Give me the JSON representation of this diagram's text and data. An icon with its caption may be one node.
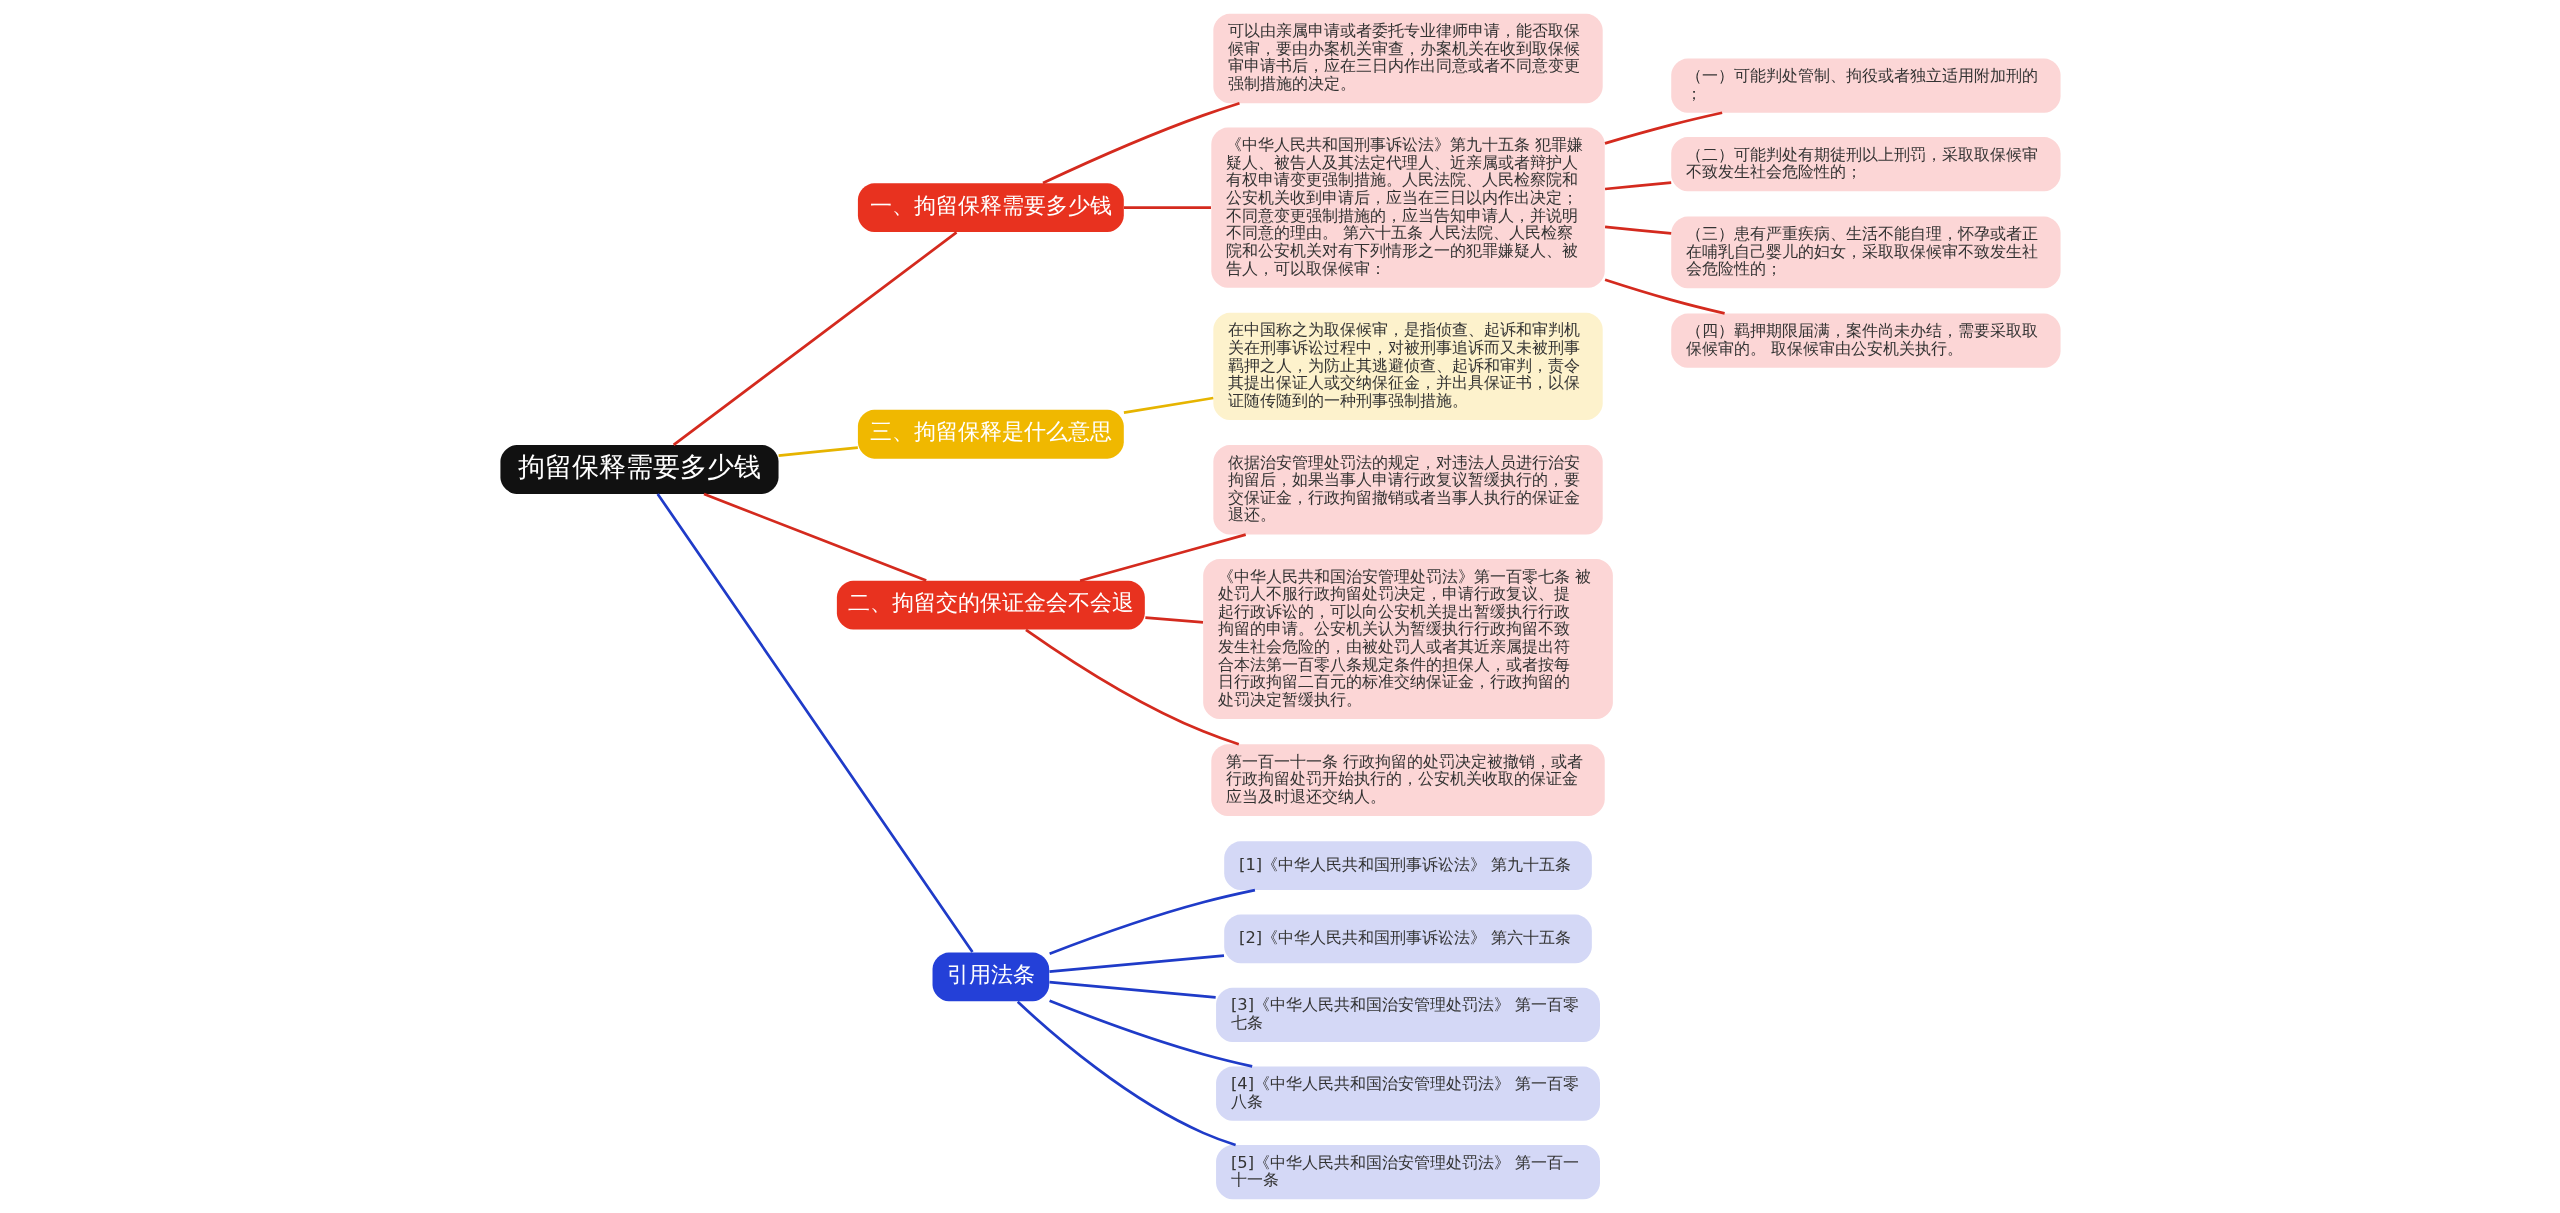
{
  "diagram": {
    "nodes": [
      {
        "text": [
          "拘留保释需要多少钱"
        ]
      },
      {
        "text": [
          "一、拘留保释需要多少钱"
        ]
      },
      {
        "text": [
          "可以由亲属申请或者委托专业律师申请，能否取保候审，要由办案机关审查，办案机关在收到取保候审申请书后，应在三日内作出同意或者不同意变更强制措施的决定。"
        ]
      },
      {
        "text": [
          "《中华人民共和国刑事诉讼法》第九十五条 犯罪嫌疑人、被告人及其法定代理人、近亲属或者辩护人有权申请变更强制措施。人民法院、人民检察院和公安机关收到申请后，应当在三日以内作出决定；不同意变更强制措施的，应当告知申请人，并说明不同意的理由。 第六十五条 人民法院、人民检察院和公安机关对有下列情形之一的犯罪嫌疑人、被告人，可以取保候审："
        ]
      },
      {
        "text": [
          "（一）可能判处管制、拘役或者独立适用附加刑的；"
        ]
      },
      {
        "text": [
          "（二）可能判处有期徒刑以上刑罚，采取取保候审不致发生社会危险性的；"
        ]
      },
      {
        "text": [
          "（三）患有严重疾病、生活不能自理，怀孕或者正在哺乳自己婴儿的妇女，采取取保候审不致发生社会危险性的；"
        ]
      },
      {
        "text": [
          "（四）羁押期限届满，案件尚未办结，需要采取取保候审的。 取保候审由公安机关执行。"
        ]
      },
      {
        "text": [
          "三、拘留保释是什么意思"
        ]
      },
      {
        "text": [
          "在中国称之为取保候审，是指侦查、起诉和审判机关在刑事诉讼过程中，对被刑事追诉而又未被刑事羁押之人，为防止其逃避侦查、起诉和审判，责令其提出保证人或交纳保征金，并出具保证书，以保证随传随到的一种刑事强制措施。"
        ]
      },
      {
        "text": [
          "二、拘留交的保证金会不会退"
        ]
      },
      {
        "text": [
          "依据治安管理处罚法的规定，对违法人员进行治安拘留后，如果当事人申请行政复议暂缓执行的，要交保证金，行政拘留撤销或者当事人执行的保证金退还。"
        ]
      },
      {
        "text": [
          "《中华人民共和国治安管理处罚法》第一百零七条 被处罚人不服行政拘留处罚决定，申请行政复议、提起行政诉讼的，可以向公安机关提出暂缓执行行政拘留的申请。公安机关认为暂缓执行行政拘留不致发生社会危险的，由被处罚人或者其近亲属提出符合本法第一百零八条规定条件的担保人，或者按每日行政拘留二百元的标准交纳保证金，行政拘留的处罚决定暂缓执行。"
        ]
      },
      {
        "text": [
          "第一百一十一条 行政拘留的处罚决定被撤销，或者行政拘留处罚开始执行的，公安机关收取的保证金应当及时退还交纳人。"
        ]
      },
      {
        "text": [
          "引用法条"
        ]
      },
      {
        "text": [
          "[1]《中华人民共和国刑事诉讼法》 第九十五条"
        ]
      },
      {
        "text": [
          "[2]《中华人民共和国刑事诉讼法》 第六十五条"
        ]
      },
      {
        "text": [
          "[3]《中华人民共和国治安管理处罚法》 第一百零七条"
        ]
      },
      {
        "text": [
          "[4]《中华人民共和国治安管理处罚法》 第一百零八条"
        ]
      },
      {
        "text": [
          "[5]《中华人民共和国治安管理处罚法》 第一百一十一条"
        ]
      }
    ],
    "edges": [
      {
        "from": 0,
        "to": 1,
        "arrow": "none"
      },
      {
        "from": 1,
        "to": 2,
        "arrow": "none"
      },
      {
        "from": 1,
        "to": 3,
        "arrow": "none"
      },
      {
        "from": 3,
        "to": 4,
        "arrow": "none"
      },
      {
        "from": 3,
        "to": 5,
        "arrow": "none"
      },
      {
        "from": 3,
        "to": 6,
        "arrow": "none"
      },
      {
        "from": 3,
        "to": 7,
        "arrow": "none"
      },
      {
        "from": 0,
        "to": 8,
        "arrow": "none",
        "color": "#e6b400"
      },
      {
        "from": 8,
        "to": 9,
        "arrow": "none",
        "color": "#e6b400"
      },
      {
        "from": 0,
        "to": 10,
        "arrow": "none"
      },
      {
        "from": 10,
        "to": 11,
        "arrow": "none"
      },
      {
        "from": 10,
        "to": 12,
        "arrow": "none"
      },
      {
        "from": 10,
        "to": 13,
        "arrow": "none"
      },
      {
        "from": 0,
        "to": 14,
        "arrow": "none",
        "color": "#1f3bc8"
      },
      {
        "from": 14,
        "to": 15,
        "arrow": "none",
        "color": "#1f3bc8"
      },
      {
        "from": 14,
        "to": 16,
        "arrow": "none",
        "color": "#1f3bc8"
      },
      {
        "from": 14,
        "to": 17,
        "arrow": "none",
        "color": "#1f3bc8"
      },
      {
        "from": 14,
        "to": 18,
        "arrow": "none",
        "color": "#1f3bc8"
      },
      {
        "from": 14,
        "to": 19,
        "arrow": "none",
        "color": "#1f3bc8"
      }
    ]
  }
}
